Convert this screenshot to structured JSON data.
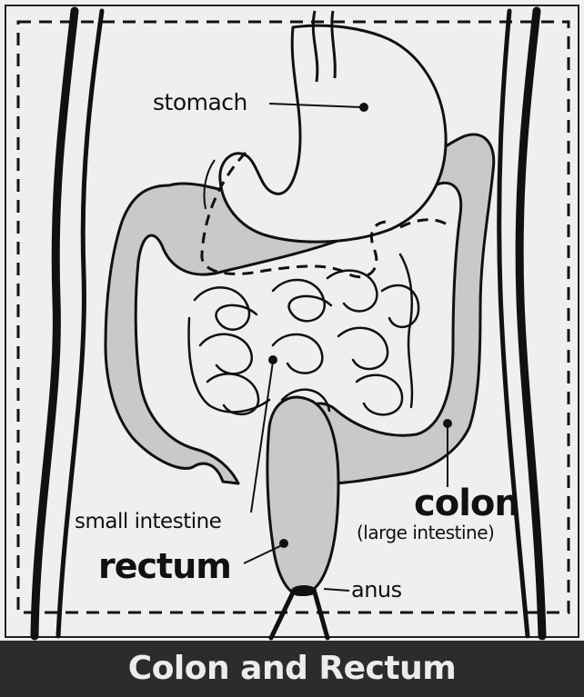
{
  "labels": {
    "stomach": "stomach",
    "small_intestine": "small intestine",
    "rectum": "rectum",
    "colon": "colon",
    "large_intestine": "(large intestine)",
    "anus": "anus"
  },
  "caption": "Colon and Rectum",
  "colors": {
    "organ_fill": "#c9c9c9",
    "background": "#efefef",
    "banner": "#2c2c2c",
    "banner_text": "#ececec",
    "ink": "#111111"
  }
}
